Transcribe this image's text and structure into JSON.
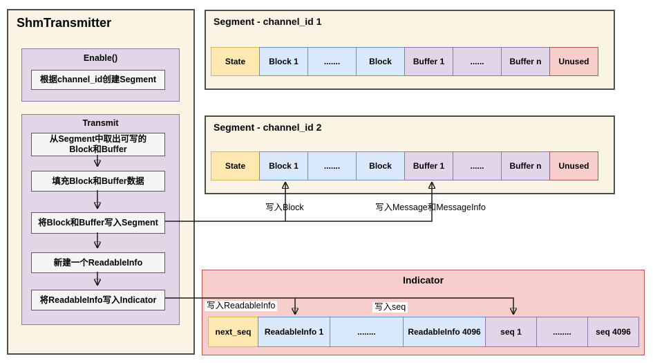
{
  "diagram": {
    "transmitter": {
      "title": "ShmTransmitter",
      "enable": {
        "title": "Enable()",
        "step": "根据channel_id创建Segment"
      },
      "transmit": {
        "title": "Transmit",
        "steps": [
          "从Segment中取出可写的\nBlock和Buffer",
          "填充Block和Buffer数据",
          "将Block和Buffer写入Segment",
          "新建一个ReadableInfo",
          "将ReadableInfo写入Indicator"
        ]
      }
    },
    "segments": [
      {
        "title": "Segment - channel_id 1",
        "cells": [
          "State",
          "Block 1",
          ".......",
          "Block",
          "Buffer 1",
          "......",
          "Buffer n",
          "Unused"
        ]
      },
      {
        "title": "Segment - channel_id 2",
        "cells": [
          "State",
          "Block 1",
          ".......",
          "Block",
          "Buffer 1",
          "......",
          "Buffer n",
          "Unused"
        ]
      }
    ],
    "indicator": {
      "title": "Indicator",
      "cells": [
        "next_seq",
        "ReadableInfo 1",
        "........",
        "ReadableInfo 4096",
        "seq 1",
        "........",
        "seq 4096"
      ]
    },
    "edge_labels": {
      "write_block": "写入Block",
      "write_message": "写入Message和MessageInfo",
      "write_readable_info": "写入ReadableInfo",
      "write_seq": "写入seq"
    },
    "colors": {
      "panel_bg": "#f9f4e4",
      "purple_fill": "#e1d5e7",
      "purple_border": "#9673a6",
      "yellow_fill": "#ffe9b0",
      "yellow_border": "#d6b656",
      "blue_fill": "#dae8fc",
      "blue_border": "#6c8ebf",
      "pink_fill": "#f8cecc",
      "pink_border": "#b85450"
    }
  }
}
